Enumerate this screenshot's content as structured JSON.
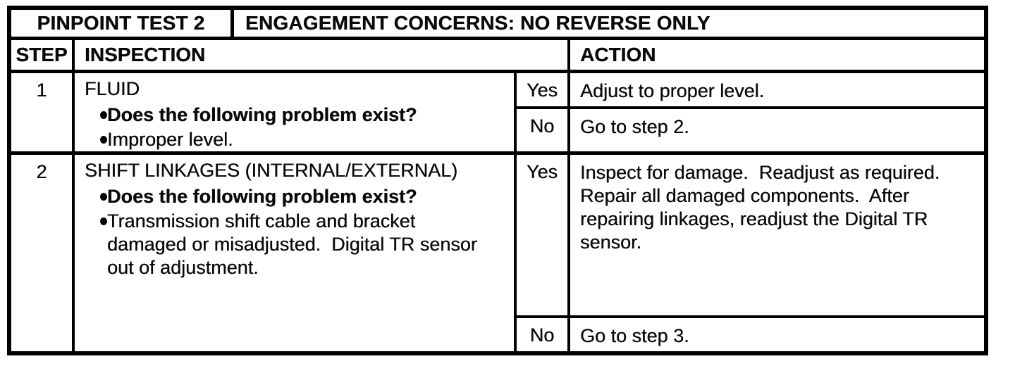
{
  "colors": {
    "ink": "#000000",
    "paper": "#ffffff"
  },
  "doc": {
    "header": {
      "test_label": "PINPOINT TEST 2",
      "test_name": "ENGAGEMENT CONCERNS: NO REVERSE ONLY"
    },
    "columns": {
      "step": "STEP",
      "inspection": "INSPECTION",
      "action": "ACTION"
    },
    "steps": [
      {
        "number": "1",
        "title": "FLUID",
        "bullets": [
          {
            "text": "Does the following problem exist?",
            "bold": true
          },
          {
            "text": "Improper level.",
            "bold": false
          }
        ],
        "branches": [
          {
            "answer": "Yes",
            "action": "Adjust to proper level."
          },
          {
            "answer": "No",
            "action": "Go to step 2."
          }
        ]
      },
      {
        "number": "2",
        "title": "SHIFT LINKAGES (INTERNAL/EXTERNAL)",
        "bullets": [
          {
            "text": "Does the following problem exist?",
            "bold": true
          },
          {
            "text": "Transmission shift cable and bracket damaged or misadjusted.  Digital TR sensor out of adjustment.",
            "bold": false
          }
        ],
        "branches": [
          {
            "answer": "Yes",
            "action": "Inspect for damage.  Readjust as required.  Repair all damaged components.  After repairing linkages, readjust the Digital TR sensor."
          },
          {
            "answer": "No",
            "action": "Go to step 3."
          }
        ]
      }
    ]
  }
}
